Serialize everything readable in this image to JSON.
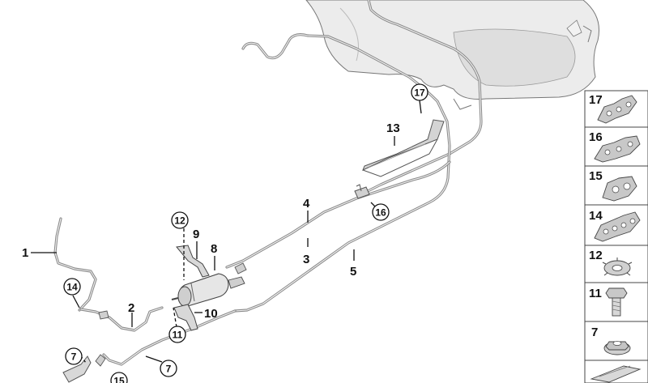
{
  "callouts": {
    "c1": "1",
    "c2": "2",
    "c3": "3",
    "c4": "4",
    "c5": "5",
    "c8": "8",
    "c9": "9",
    "c10": "10",
    "c13": "13",
    "circ7a": "7",
    "circ7b": "7",
    "circ11": "11",
    "circ12": "12",
    "circ14": "14",
    "circ15": "15",
    "circ16": "16",
    "circ17": "17"
  },
  "parts_panel": {
    "cells": [
      {
        "label": "17",
        "icon": "triple-pipe-clip-icon"
      },
      {
        "label": "16",
        "icon": "triple-pipe-clip-icon"
      },
      {
        "label": "15",
        "icon": "double-pipe-clip-icon"
      },
      {
        "label": "14",
        "icon": "quad-pipe-clip-icon"
      },
      {
        "label": "12",
        "icon": "toothed-washer-icon"
      },
      {
        "label": "11",
        "icon": "hex-bolt-icon"
      },
      {
        "label": "7",
        "icon": "flange-nut-icon"
      },
      {
        "label": "",
        "icon": "gasket-strip-icon"
      }
    ]
  },
  "colors": {
    "tank": "#e9e9e9",
    "pipe": "#8a8a8a",
    "outline": "#555555",
    "panel_border": "#444444"
  }
}
